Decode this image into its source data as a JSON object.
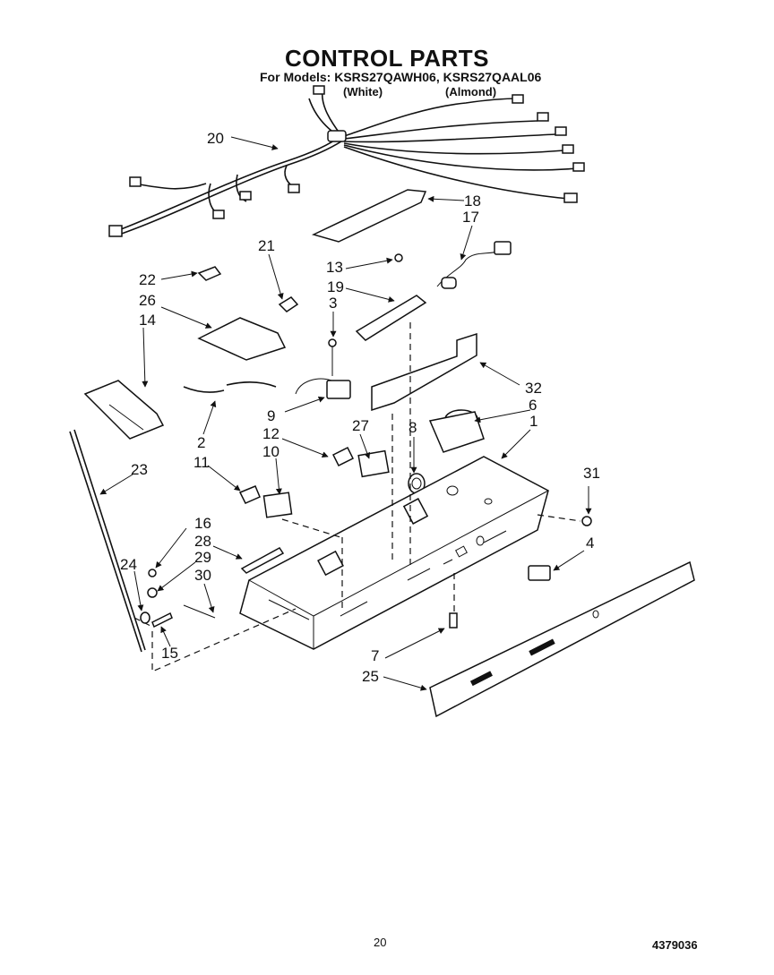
{
  "header": {
    "title": "CONTROL PARTS",
    "models": "For Models: KSRS27QAWH06, KSRS27QAAL06",
    "color_white": "(White)",
    "color_almond": "(Almond)"
  },
  "callouts": {
    "c1": "1",
    "c2": "2",
    "c3": "3",
    "c4": "4",
    "c6": "6",
    "c7": "7",
    "c8": "8",
    "c9": "9",
    "c10": "10",
    "c11": "11",
    "c12": "12",
    "c13": "13",
    "c14": "14",
    "c15": "15",
    "c16": "16",
    "c17": "17",
    "c18": "18",
    "c19": "19",
    "c20": "20",
    "c21": "21",
    "c22": "22",
    "c23": "23",
    "c24": "24",
    "c25": "25",
    "c26": "26",
    "c27": "27",
    "c28": "28",
    "c29": "29",
    "c30": "30",
    "c31": "31",
    "c32": "32"
  },
  "footer": {
    "page_number": "20",
    "doc_number": "4379036"
  }
}
